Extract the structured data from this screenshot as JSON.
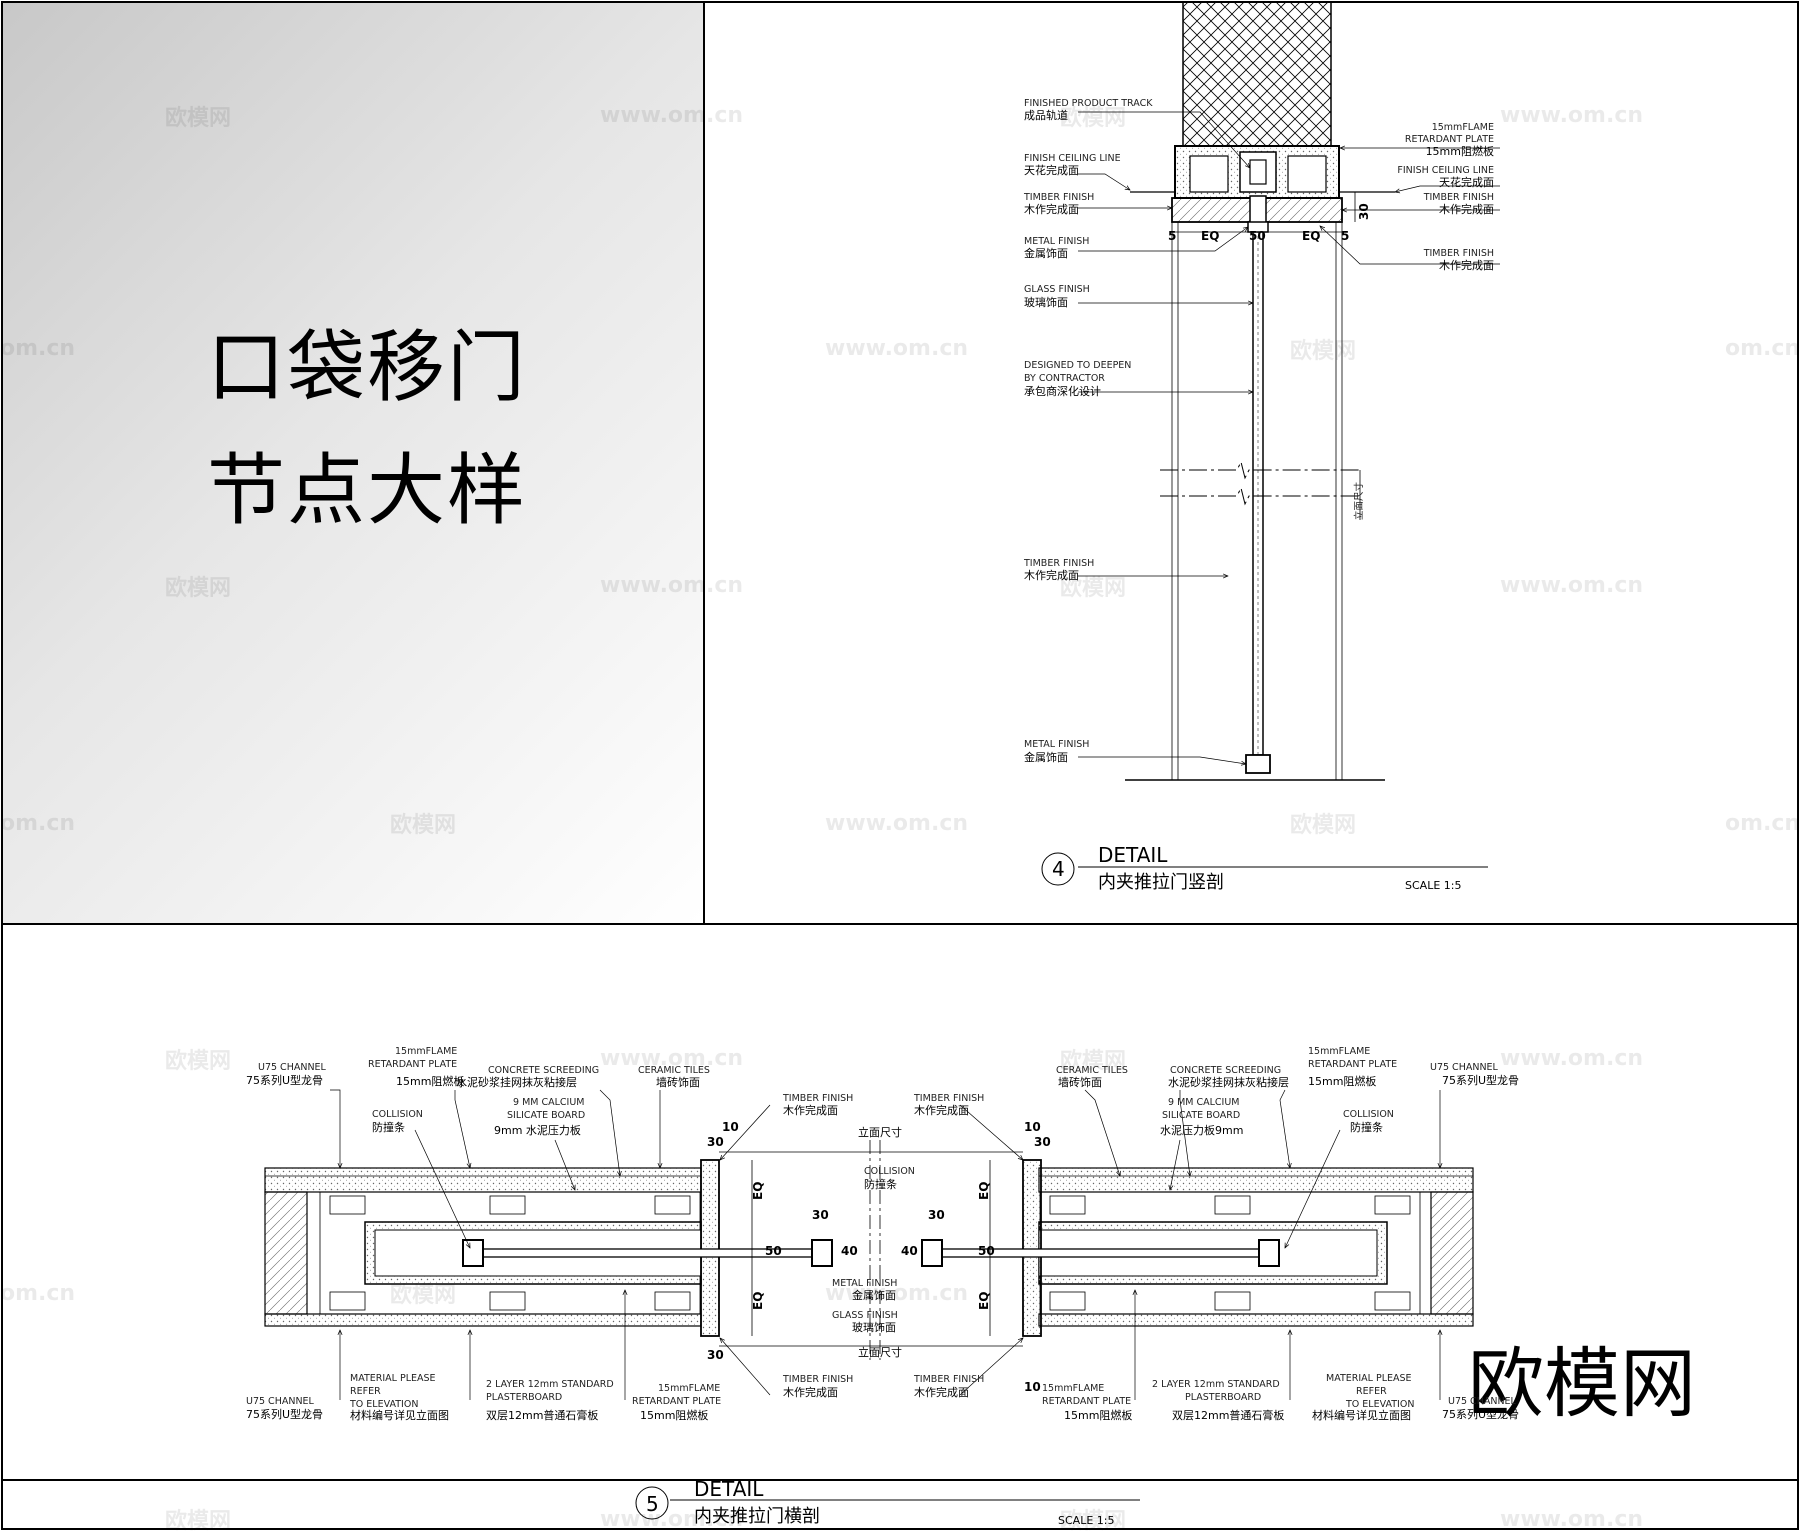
{
  "cover": {
    "title_line1": "口袋移门",
    "title_line2": "节点大样"
  },
  "detail4": {
    "number": "4",
    "title": "DETAIL",
    "subtitle": "内夹推拉门竖剖",
    "scale": "SCALE 1:5",
    "annotations": [
      {
        "en": "FINISHED PRODUCT TRACK",
        "zh": "成品轨道"
      },
      {
        "en": "FINISH CEILING LINE",
        "zh": "天花完成面"
      },
      {
        "en": "TIMBER FINISH",
        "zh": "木作完成面"
      },
      {
        "en": "METAL FINISH",
        "zh": "金属饰面"
      },
      {
        "en": "GLASS FINISH",
        "zh": "玻璃饰面"
      },
      {
        "en1": "DESIGNED TO DEEPEN",
        "en2": "BY CONTRACTOR",
        "zh": "承包商深化设计"
      },
      {
        "en": "TIMBER FINISH",
        "zh": "木作完成面"
      },
      {
        "en": "METAL FINISH",
        "zh": "金属饰面"
      }
    ],
    "right_annotations": [
      {
        "en1": "15mmFLAME",
        "en2": "RETARDANT PLATE",
        "zh": "15mm阻燃板"
      },
      {
        "en": "FINISH CEILING LINE",
        "zh": "天花完成面"
      },
      {
        "en": "TIMBER FINISH",
        "zh": "木作完成面"
      },
      {
        "en": "TIMBER FINISH",
        "zh": "木作完成面"
      }
    ],
    "dims": {
      "eq": "EQ",
      "five": "5",
      "fifty": "50",
      "thirty": "30",
      "elev": "立面尺寸"
    }
  },
  "detail5": {
    "number": "5",
    "title": "DETAIL",
    "subtitle": "内夹推拉门横剖",
    "scale": "SCALE 1:5",
    "top_left": {
      "u75": {
        "en": "U75 CHANNEL",
        "zh": "75系列U型龙骨"
      },
      "flame": {
        "en1": "15mmFLAME",
        "en2": "RETARDANT PLATE",
        "zh": "15mm阻燃板"
      },
      "concrete": {
        "en": "CONCRETE SCREEDING",
        "zh": "水泥砂浆挂网抹灰粘接层"
      },
      "ceramic": {
        "en": "CERAMIC TILES",
        "zh": "墙砖饰面"
      },
      "collision": {
        "en": "COLLISION",
        "zh": "防撞条"
      },
      "calcium": {
        "en1": "9 MM CALCIUM",
        "en2": "SILICATE BOARD",
        "zh": "9mm 水泥压力板"
      }
    },
    "top_right": {
      "ceramic": {
        "en": "CERAMIC TILES",
        "zh": "墙砖饰面"
      },
      "concrete": {
        "en": "CONCRETE SCREEDING",
        "zh": "水泥砂浆挂网抹灰粘接层"
      },
      "flame": {
        "en1": "15mmFLAME",
        "en2": "RETARDANT PLATE",
        "zh": "15mm阻燃板"
      },
      "u75": {
        "en": "U75 CHANNEL",
        "zh": "75系列U型龙骨"
      },
      "collision": {
        "en": "COLLISION",
        "zh": "防撞条"
      },
      "calcium": {
        "en1": "9 MM CALCIUM",
        "en2": "SILICATE BOARD",
        "zh": "水泥压力板9mm"
      }
    },
    "center": {
      "timber_l": {
        "en": "TIMBER FINISH",
        "zh": "木作完成面"
      },
      "timber_r": {
        "en": "TIMBER FINISH",
        "zh": "木作完成面"
      },
      "collision": {
        "en": "COLLISION",
        "zh": "防撞条"
      },
      "metal": {
        "en": "METAL FINISH",
        "zh": "金属饰面"
      },
      "glass": {
        "en": "GLASS FINISH",
        "zh": "玻璃饰面"
      },
      "elev_top": "立面尺寸",
      "elev_bot": "立面尺寸",
      "timber_bl": {
        "en": "TIMBER FINISH",
        "zh": "木作完成面"
      },
      "timber_br": {
        "en": "TIMBER FINISH",
        "zh": "木作完成面"
      }
    },
    "bottom_left": {
      "u75": {
        "en": "U75 CHANNEL",
        "zh": "75系列U型龙骨"
      },
      "material": {
        "en1": "MATERIAL PLEASE",
        "en2": "REFER",
        "en3": "TO ELEVATION",
        "zh": "材料编号详见立面图"
      },
      "plaster": {
        "en1": "2 LAYER 12mm STANDARD",
        "en2": "PLASTERBOARD",
        "zh": "双层12mm普通石膏板"
      },
      "flame": {
        "en1": "15mmFLAME",
        "en2": "RETARDANT PLATE",
        "zh": "15mm阻燃板"
      }
    },
    "bottom_right": {
      "flame": {
        "en1": "15mmFLAME",
        "en2": "RETARDANT PLATE",
        "zh": "15mm阻燃板"
      },
      "plaster": {
        "en1": "2 LAYER 12mm STANDARD",
        "en2": "PLASTERBOARD",
        "zh": "双层12mm普通石膏板"
      },
      "material": {
        "en1": "MATERIAL PLEASE",
        "en2": "REFER",
        "en3": "TO ELEVATION",
        "zh": "材料编号详见立面图"
      },
      "u75": {
        "en": "U75 CHANNEL",
        "zh": "75系列U型龙骨"
      }
    },
    "dims": {
      "ten": "10",
      "thirty": "30",
      "forty": "40",
      "fifty": "50",
      "eq": "EQ"
    }
  },
  "watermark": {
    "brand": "欧模网",
    "url": "www.om.cn",
    "url_short": "om.cn"
  }
}
